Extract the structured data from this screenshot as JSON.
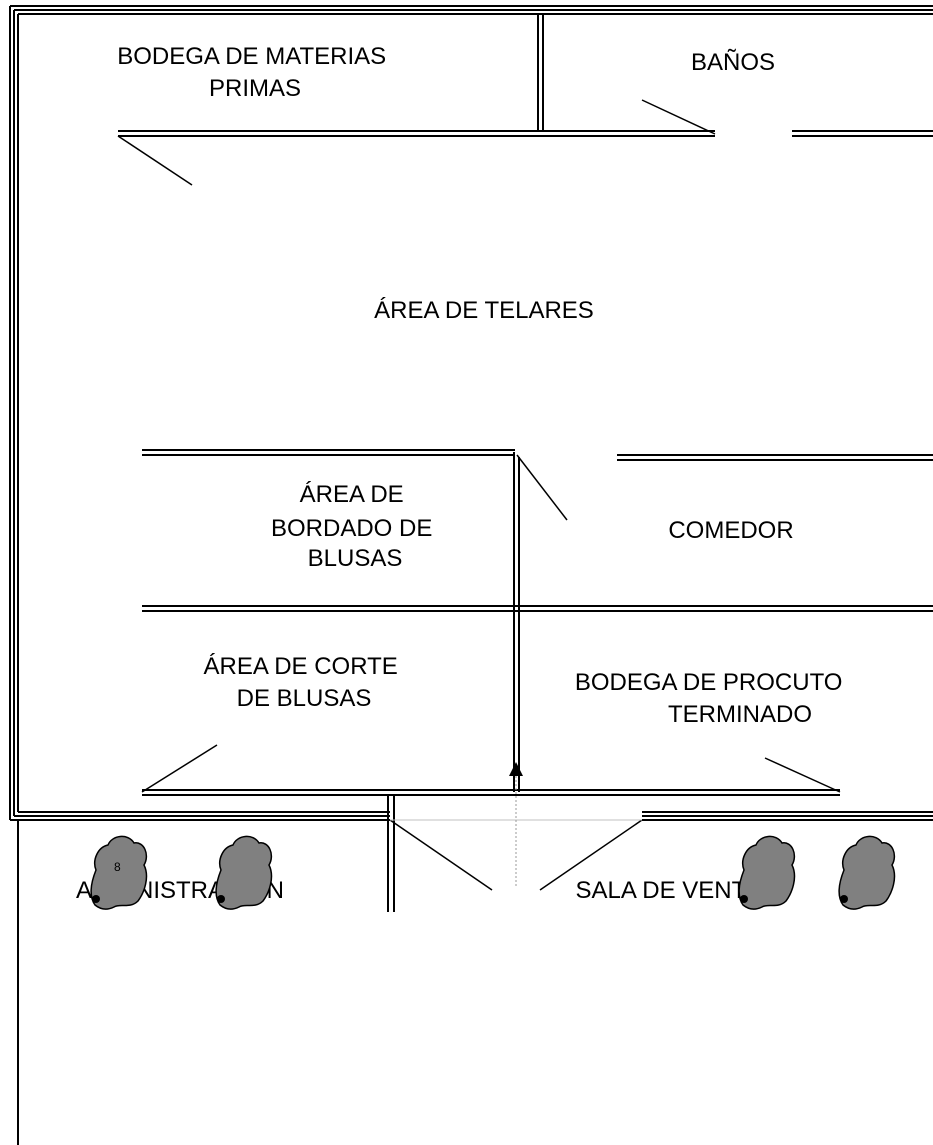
{
  "rooms": {
    "bodega_materias_primas": [
      "BODEGA DE MATERIAS",
      "PRIMAS"
    ],
    "banos": [
      "BAÑOS"
    ],
    "area_telares": [
      "ÁREA DE TELARES"
    ],
    "area_bordado": [
      "ÁREA DE",
      "BORDADO DE",
      "BLUSAS"
    ],
    "comedor": [
      "COMEDOR"
    ],
    "area_corte": [
      "ÁREA DE CORTE",
      "DE BLUSAS"
    ],
    "bodega_producto": [
      "BODEGA DE PROCUTO",
      "TERMINADO"
    ],
    "administracion": [
      "ADMINISTRACIÓN"
    ],
    "sala_ventas": [
      "SALA DE VENTAS"
    ]
  },
  "icons": {
    "entrance": "entrance-arrow-icon",
    "shrub": "shrub-icon"
  },
  "colors": {
    "walls": "#000000",
    "shrubs": "#808080",
    "background": "#ffffff"
  }
}
